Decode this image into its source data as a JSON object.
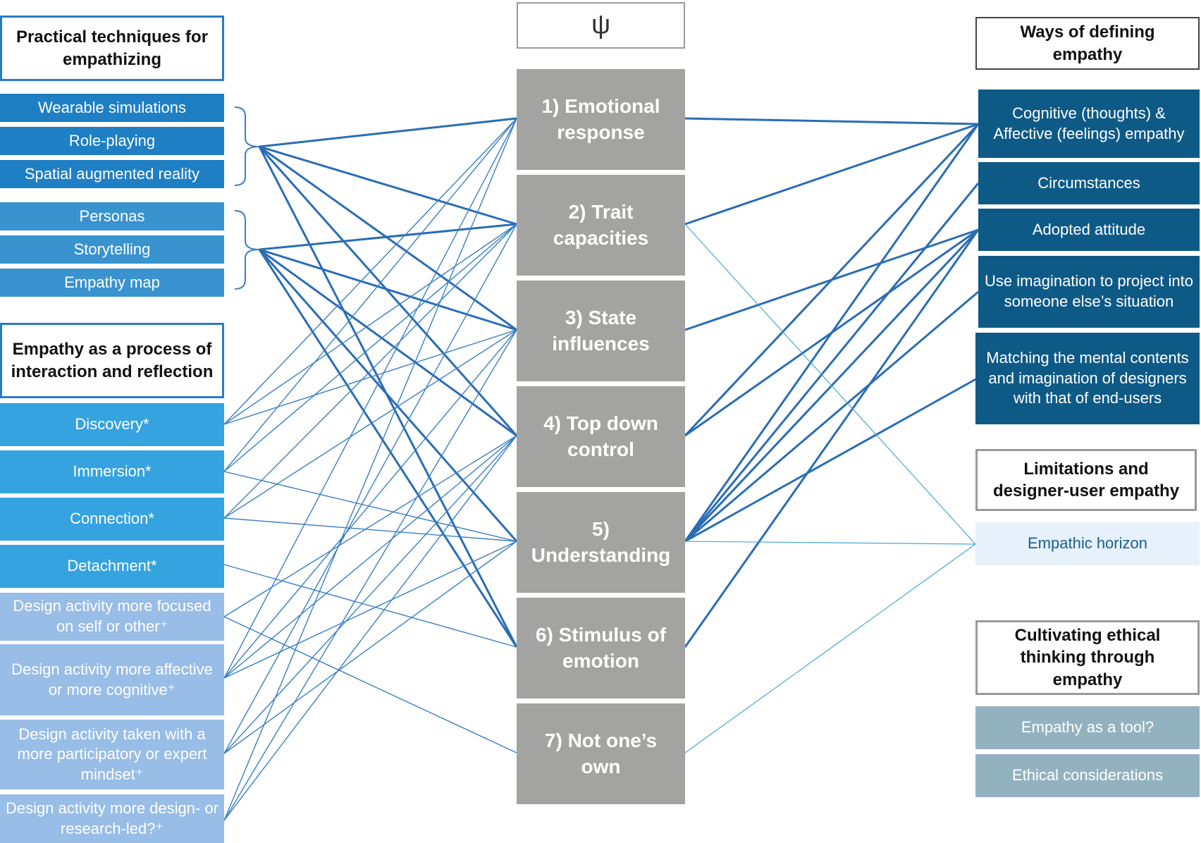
{
  "psi_symbol": "ψ",
  "left": {
    "techniques_header": "Practical techniques for empathizing",
    "techniques_group1": [
      "Wearable simulations",
      "Role-playing",
      "Spatial augmented reality"
    ],
    "techniques_group2": [
      "Personas",
      "Storytelling",
      "Empathy map"
    ],
    "process_header": "Empathy as a process of interaction and reflection",
    "process_items": [
      "Discovery*",
      "Immersion*",
      "Connection*",
      "Detachment*"
    ],
    "activity_items": [
      "Design activity more focused on self or other⁺",
      "Design activity more affective or more cognitive⁺",
      "Design activity taken with a more participatory or expert mindset⁺",
      "Design activity more design- or research-led?⁺"
    ]
  },
  "center": {
    "items": [
      "1) Emotional response",
      "2) Trait capacities",
      "3) State influences",
      "4) Top down control",
      "5) Understanding",
      "6) Stimulus of emotion",
      "7) Not one’s own"
    ]
  },
  "right": {
    "definitions_header": "Ways of defining empathy",
    "definitions": [
      "Cognitive (thoughts) & Affective (feelings) empathy",
      "Circumstances",
      "Adopted attitude",
      "Use imagination to project into someone else’s situation",
      "Matching the mental contents and imagination of designers with that of end-users"
    ],
    "limitations_header": "Limitations and designer-user empathy",
    "limitations_item": "Empathic horizon",
    "ethics_header": "Cultivating ethical thinking through empathy",
    "ethics_items": [
      "Empathy as a tool?",
      "Ethical considerations"
    ]
  },
  "colors": {
    "line_thick": "#2a6db5",
    "line_thin": "#3a7fc4",
    "line_light": "#46a7d8",
    "center_box": "#a3a3a2",
    "definitions": "#0e5a87"
  }
}
